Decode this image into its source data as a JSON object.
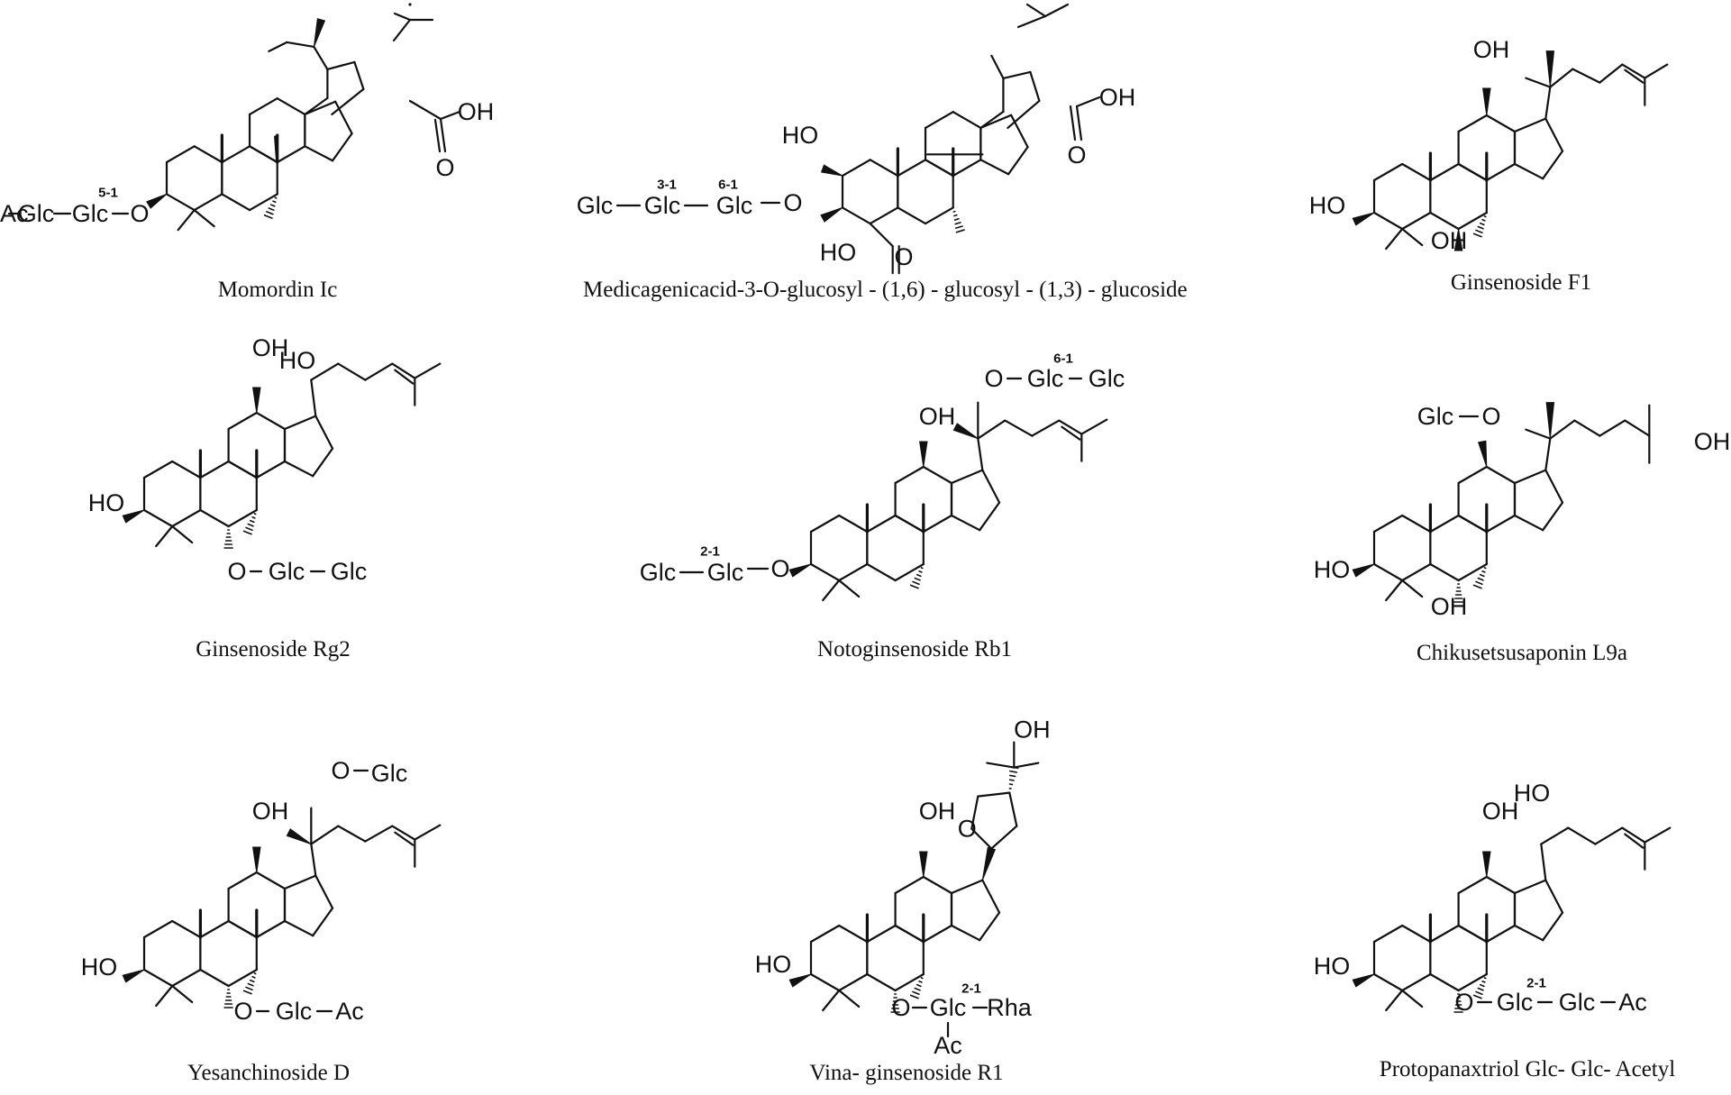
{
  "compounds": [
    {
      "name": "Momordin Ic",
      "labels": {
        "ac": "Ac",
        "glc1": "Glc",
        "glc2": "Glc",
        "o3": "O",
        "link": "5-1",
        "oh": "OH",
        "co_o": "O"
      }
    },
    {
      "name": "Medicagenicacid-3-O-glucosyl - (1,6) - glucosyl - (1,3) - glucoside",
      "labels": {
        "glc1": "Glc",
        "glc2": "Glc",
        "glc3": "Glc",
        "link1": "3-1",
        "link2": "6-1",
        "o3": "O",
        "ho2": "HO",
        "oh": "OH",
        "co_o": "O",
        "ho_bottom": "HO",
        "co_o2": "O"
      }
    },
    {
      "name": "Ginsenoside F1",
      "labels": {
        "oh12": "OH",
        "ho3": "HO",
        "oh6": "OH"
      }
    },
    {
      "name": "Ginsenoside Rg2",
      "labels": {
        "oh12": "OH",
        "ho_side": "HO",
        "ho3": "HO",
        "o6": "O",
        "glc1": "Glc",
        "glc2": "Glc"
      }
    },
    {
      "name": "Notoginsenoside Rb1",
      "labels": {
        "oh12": "OH",
        "o20": "O",
        "glc_a": "Glc",
        "glc_b": "Glc",
        "link_a": "6-1",
        "glc1": "Glc",
        "glc2": "Glc",
        "link_b": "2-1",
        "o3": "O"
      }
    },
    {
      "name": "Chikusetsusaponin L9a",
      "labels": {
        "glc": "Glc",
        "o12": "O",
        "oh_side": "OH",
        "ho3": "HO",
        "oh6": "OH"
      }
    },
    {
      "name": "Yesanchinoside D",
      "labels": {
        "oh12": "OH",
        "o20": "O",
        "glc20": "Glc",
        "ho3": "HO",
        "o6": "O",
        "glc6": "Glc",
        "ac": "Ac"
      }
    },
    {
      "name": "Vina- ginsenoside R1",
      "labels": {
        "oh_top": "OH",
        "o_ring": "O",
        "oh12": "OH",
        "ho3": "HO",
        "o6": "O",
        "glc6": "Glc",
        "link": "2-1",
        "rha": "Rha",
        "ac": "Ac"
      }
    },
    {
      "name": "Protopanaxtriol Glc- Glc- Acetyl",
      "labels": {
        "ho_side": "HO",
        "oh12": "OH",
        "ho3": "HO",
        "o6": "O",
        "glc1": "Glc",
        "glc2": "Glc",
        "link": "2-1",
        "ac": "Ac"
      }
    }
  ]
}
